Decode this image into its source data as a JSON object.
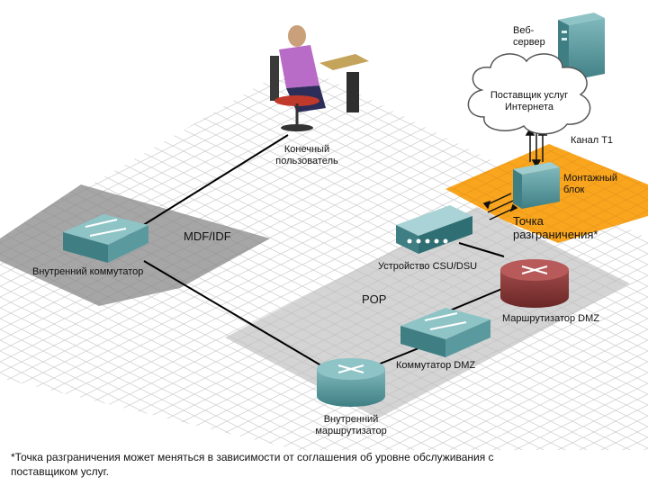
{
  "labels": {
    "web_server": "Веб-\nсервер",
    "isp": "Поставщик услуг\nИнтернета",
    "t1": "Канал T1",
    "mounting_block": "Монтажный\nблок",
    "demarc": "Точка\nразграничения*",
    "end_user": "Конечный\nпользователь",
    "mdf_idf": "MDF/IDF",
    "internal_switch": "Внутренний коммутатор",
    "csu_dsu": "Устройство CSU/DSU",
    "pop": "POP",
    "dmz_router": "Маршрутизатор DMZ",
    "dmz_switch": "Коммутатор DMZ",
    "internal_router": "Внутренний\nмаршрутизатор"
  },
  "footnote": "*Точка разграничения может меняться в зависимости от соглашения об уровне обслуживания с поставщиком услуг.",
  "colors": {
    "grid": "#c8c8c8",
    "gray_zone": "#bdbdbd",
    "dark_zone": "#8e8e8e",
    "orange_zone": "#f7a21b",
    "device_teal": "#5a9a9e",
    "router_red": "#8a3a3a"
  }
}
